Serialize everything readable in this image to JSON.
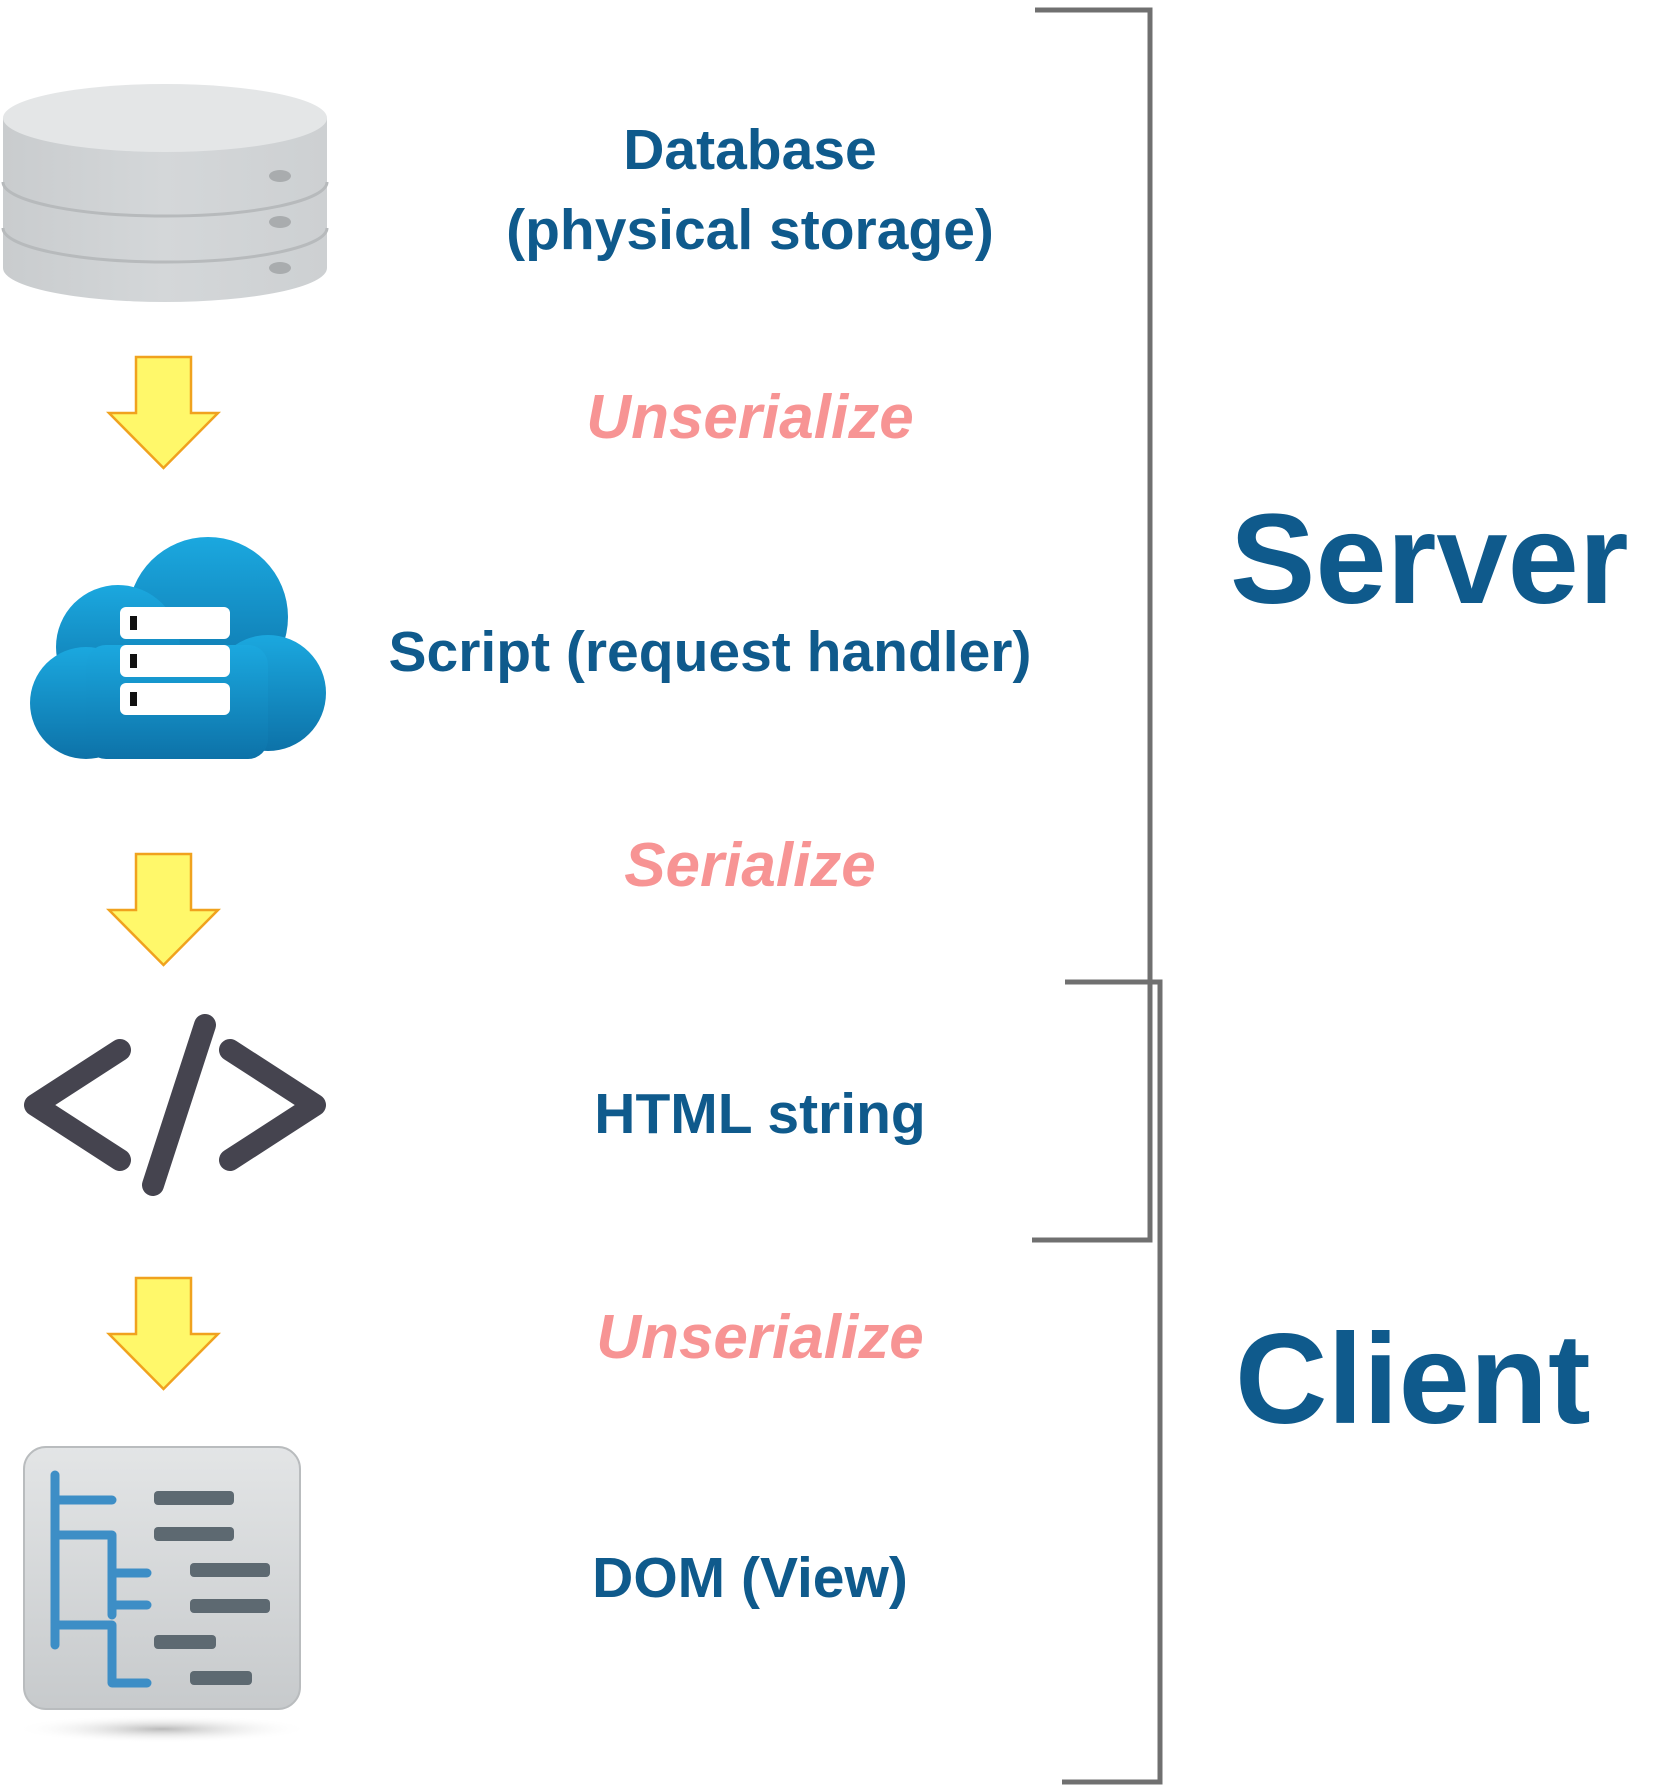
{
  "nodes": {
    "database": {
      "line1": "Database",
      "line2": "(physical storage)"
    },
    "script": {
      "label": "Script (request handler)"
    },
    "html": {
      "label": "HTML string"
    },
    "dom": {
      "label": "DOM (View)"
    }
  },
  "steps": {
    "unserialize_1": "Unserialize",
    "serialize": "Serialize",
    "unserialize_2": "Unserialize"
  },
  "sides": {
    "server": "Server",
    "client": "Client"
  },
  "colors": {
    "label": "#0f5a8c",
    "step": "#f79494",
    "arrow_fill": "#fff86a",
    "arrow_stroke": "#f0a21e",
    "bracket": "#707070"
  },
  "icons": [
    "database-icon",
    "cloud-server-icon",
    "code-icon",
    "dom-tree-icon",
    "down-arrow-icon"
  ]
}
